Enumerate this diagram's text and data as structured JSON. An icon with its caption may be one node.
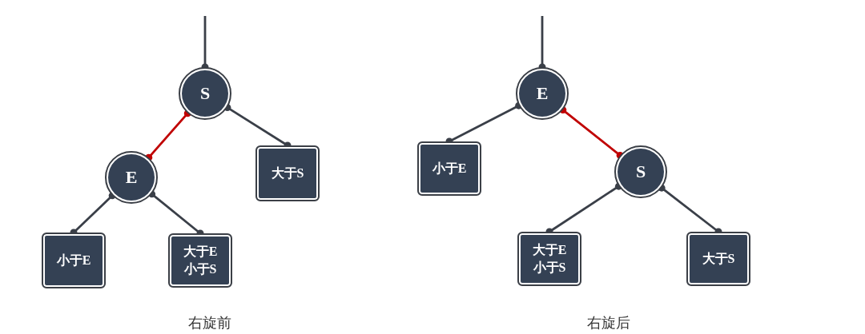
{
  "diagram": {
    "nodes": [
      {
        "text": [
          "S"
        ]
      },
      {
        "text": [
          "E"
        ]
      },
      {
        "text": [
          "大于S"
        ]
      },
      {
        "text": [
          "小于E"
        ]
      },
      {
        "text": [
          "大于E小于S"
        ]
      },
      {
        "text": [
          "E"
        ]
      },
      {
        "text": [
          "小于E"
        ]
      },
      {
        "text": [
          "S"
        ]
      },
      {
        "text": [
          "大于E小于S"
        ]
      },
      {
        "text": [
          "大于S"
        ]
      }
    ],
    "edges": [
      {
        "from": null,
        "to": 0,
        "arrow": "other"
      },
      {
        "from": 0,
        "to": 1,
        "arrow": "other",
        "color": "#c00000"
      },
      {
        "from": 0,
        "to": 2,
        "arrow": "other"
      },
      {
        "from": 1,
        "to": 3,
        "arrow": "other"
      },
      {
        "from": 1,
        "to": 4,
        "arrow": "other"
      },
      {
        "from": null,
        "to": 5,
        "arrow": "other"
      },
      {
        "from": 5,
        "to": 6,
        "arrow": "other"
      },
      {
        "from": 5,
        "to": 7,
        "arrow": "other",
        "color": "#c00000"
      },
      {
        "from": 7,
        "to": 8,
        "arrow": "other"
      },
      {
        "from": 7,
        "to": 9,
        "arrow": "other"
      }
    ],
    "labels": [
      "右旋前",
      "右旋后"
    ]
  }
}
